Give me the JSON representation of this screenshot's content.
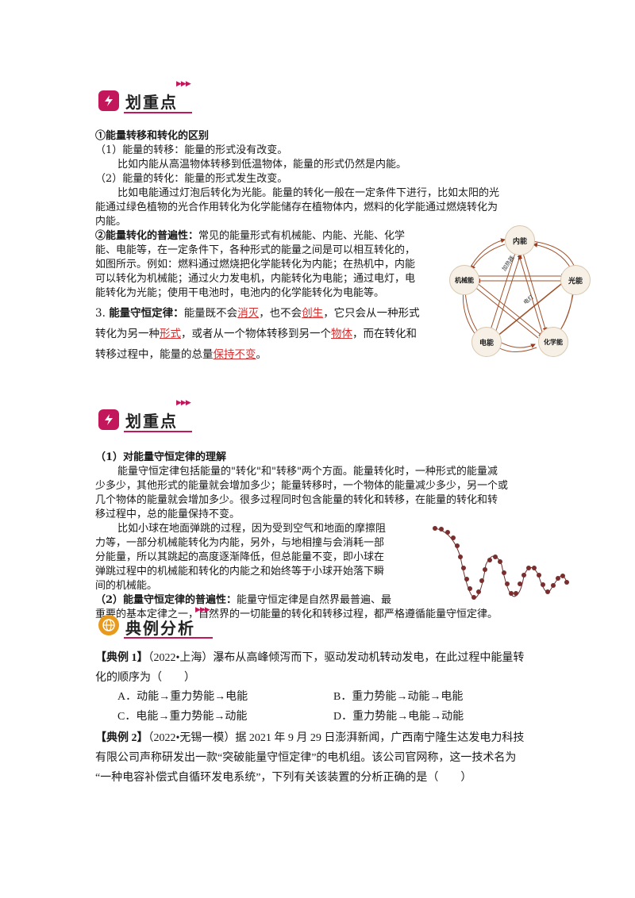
{
  "section1": {
    "header": "划重点",
    "h1": "①能量转移和转化的区别",
    "p1": "（1）能量的转移：能量的形式没有改变。",
    "p2": "比如内能从高温物体转移到低温物体，能量的形式仍然是内能。",
    "p3": "（2）能量的转化：能量的形式发生改变。",
    "p4a": "比如电能通过灯泡后转化为光能。能量的转化一般在一定条件下进行，比如太阳的光",
    "p4b": "能通过绿色植物的光合作用转化为化学能储存在植物体内，燃料的化学能通过燃烧转化为",
    "p4c": "内能。",
    "h2": "②能量转化的普遍性：",
    "p5a": "常见的能量形式有机械能、内能、光能、化学",
    "p5b": "能、电能等，在一定条件下，各种形式的能量之间是可以相互转化的，",
    "p5c": "如图所示。例如：燃料通过燃烧把化学能转化为内能；在热机中，内能",
    "p5d": "可以转化为机械能；通过火力发电机，内能转化为电能；通过电灯，电",
    "p5e": "能转化为光能；使用干电池时，电池内的化学能转化为电能等。",
    "p6_num": "3.",
    "p6_label": "能量守恒定律：",
    "p6_1": "能量既不会",
    "blank1": "消灭",
    "p6_2": "，也不会",
    "blank2": "创生",
    "p6_3": "，它只会从一种形式",
    "p6_4": "转化为另一种",
    "blank3": "形式",
    "p6_5": "，或者从一个物体转移到另一个",
    "blank4": "物体",
    "p6_6": "，而在转化和",
    "p6_7": "转移过程中，能量的总量",
    "blank5": "保持不变",
    "p6_8": "。"
  },
  "diagram": {
    "nodes": [
      "内能",
      "光能",
      "化学能",
      "电能",
      "机械能"
    ],
    "label_heat": "加热器",
    "label_lamp": "电灯"
  },
  "section2": {
    "header": "划重点",
    "h1": "（1）对能量守恒定律的理解",
    "p1a": "能量守恒定律包括能量的\"转化\"和\"转移\"两个方面。能量转化时，一种形式的能量减",
    "p1b": "少多少，其他形式的能量就会增加多少；能量转移时，一个物体的能量减少多少，另一个或",
    "p1c": "几个物体的能量就会增加多少。很多过程同时包含能量的转化和转移，在能量的转化和转",
    "p1d": "移过程中，总的能量保持不变。",
    "p2a": "比如小球在地面弹跳的过程，因为受到空气和地面的摩擦阻",
    "p2b": "力等，一部分机械能转化为内能，另外，与地相撞与会消耗一部",
    "p2c": "分能量，所以其跳起的高度逐渐降低，但总能量不变，即小球在",
    "p2d": "弹跳过程中的机械能和转化的内能之和始终等于小球开始落下瞬",
    "p2e": "间的机械能。",
    "h2": "（2）能量守恒定律的普遍性：",
    "p3a": "能量守恒定律是自然界最普遍、最",
    "p3b": "重要的基本定律之一，自然界的一切能量的转化和转移过程，都严格遵循能量守恒定律。"
  },
  "section3": {
    "header": "典例分析",
    "ex1_tag": "【典例 1】",
    "ex1_a": "（2022•上海）瀑布从高峰倾泻而下，驱动发动机转动发电，在此过程中能量转",
    "ex1_b": "化的顺序为（　　）",
    "optA": "A．动能→重力势能→电能",
    "optB": "B．重力势能→动能→电能",
    "optC": "C．电能→重力势能→动能",
    "optD": "D．重力势能→电能→动能",
    "ex2_tag": "【典例 2】",
    "ex2_a": "（2022•无锡一模）据 2021 年 9 月 29 日澎湃新闻，广西南宁隆生达发电力科技",
    "ex2_b": "有限公司声称研发出一款“突破能量守恒定律”的电机组。该公司官网称，这一技术名为",
    "ex2_c": "“一种电容补偿式自循环发电系统”，下列有关该装置的分析正确的是（　　）"
  },
  "colors": {
    "accent": "#c2185b",
    "answer": "#d32f2f",
    "globe": "#e89a1e"
  }
}
